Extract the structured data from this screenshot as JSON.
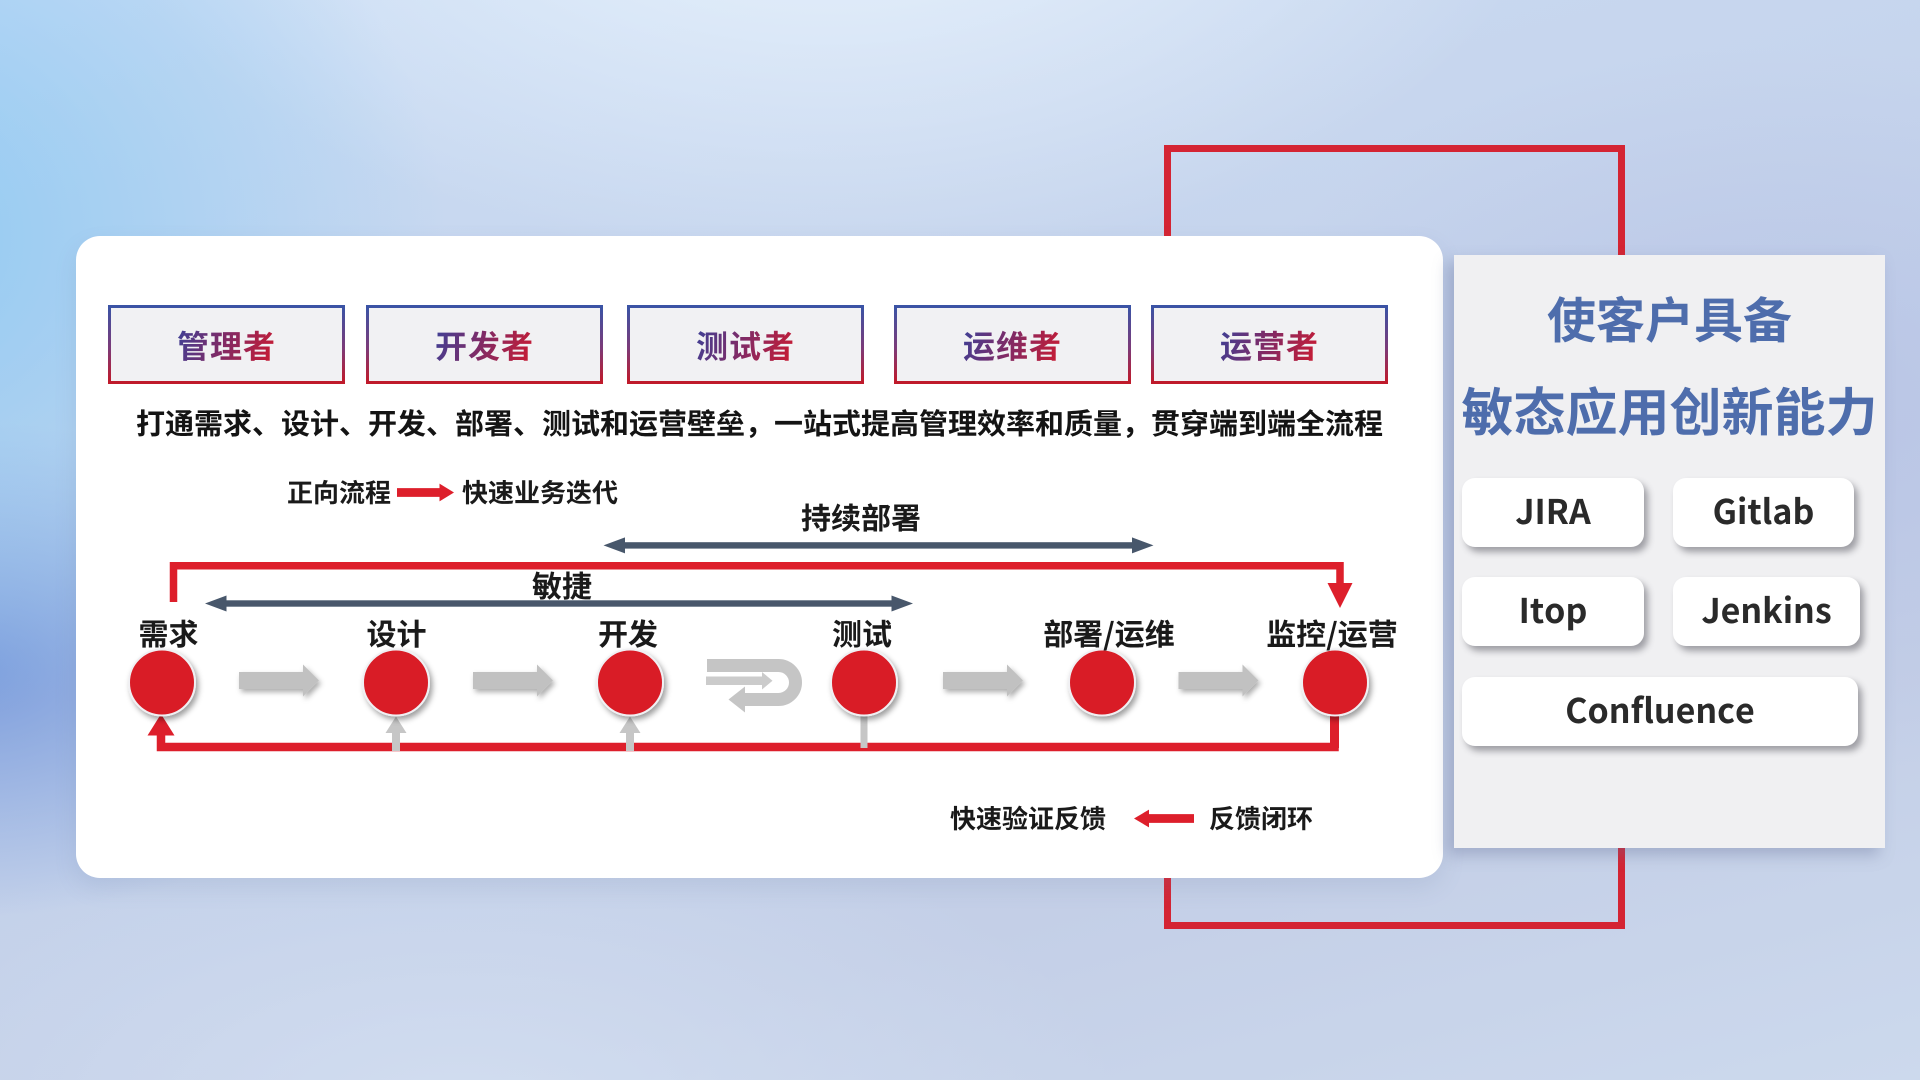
{
  "slide": {
    "headline": "打通需求、设计、开发、部署、测试和运营壁垒，一站式提高管理效率和质量，贯穿端到端全流程"
  },
  "roles": [
    {
      "label": "管理者"
    },
    {
      "label": "开发者"
    },
    {
      "label": "测试者"
    },
    {
      "label": "运维者"
    },
    {
      "label": "运营者"
    }
  ],
  "legend_forward": {
    "label": "正向流程",
    "arrow_icon": "forward-arrow",
    "result": "快速业务迭代"
  },
  "legend_feedback": {
    "result": "快速验证反馈",
    "arrow_icon": "backward-arrow",
    "label": "反馈闭环"
  },
  "span_arrows": {
    "continuous_deploy": "持续部署",
    "agile": "敏捷"
  },
  "flow": {
    "nodes": [
      {
        "label": "需求"
      },
      {
        "label": "设计"
      },
      {
        "label": "开发"
      },
      {
        "label": "测试"
      },
      {
        "label": "部署/运维"
      },
      {
        "label": "监控/运营"
      }
    ]
  },
  "right_panel": {
    "title_line1": "使客户具备",
    "title_line2": "敏态应用创新能力",
    "tools": [
      "JIRA",
      "Gitlab",
      "Itop",
      "Jenkins",
      "Confluence"
    ]
  },
  "colors": {
    "accent_red": "#dd1f2b",
    "circle_red": "#d91d26",
    "slate_arrow": "#48576b",
    "panel_title_blue": "#4e6dac",
    "box_border_top_blue": "#3a53a5",
    "box_border_bottom_red": "#c01a2a",
    "gray_arrow": "#c1c1c1",
    "background_blue": "#c6d4ec"
  }
}
